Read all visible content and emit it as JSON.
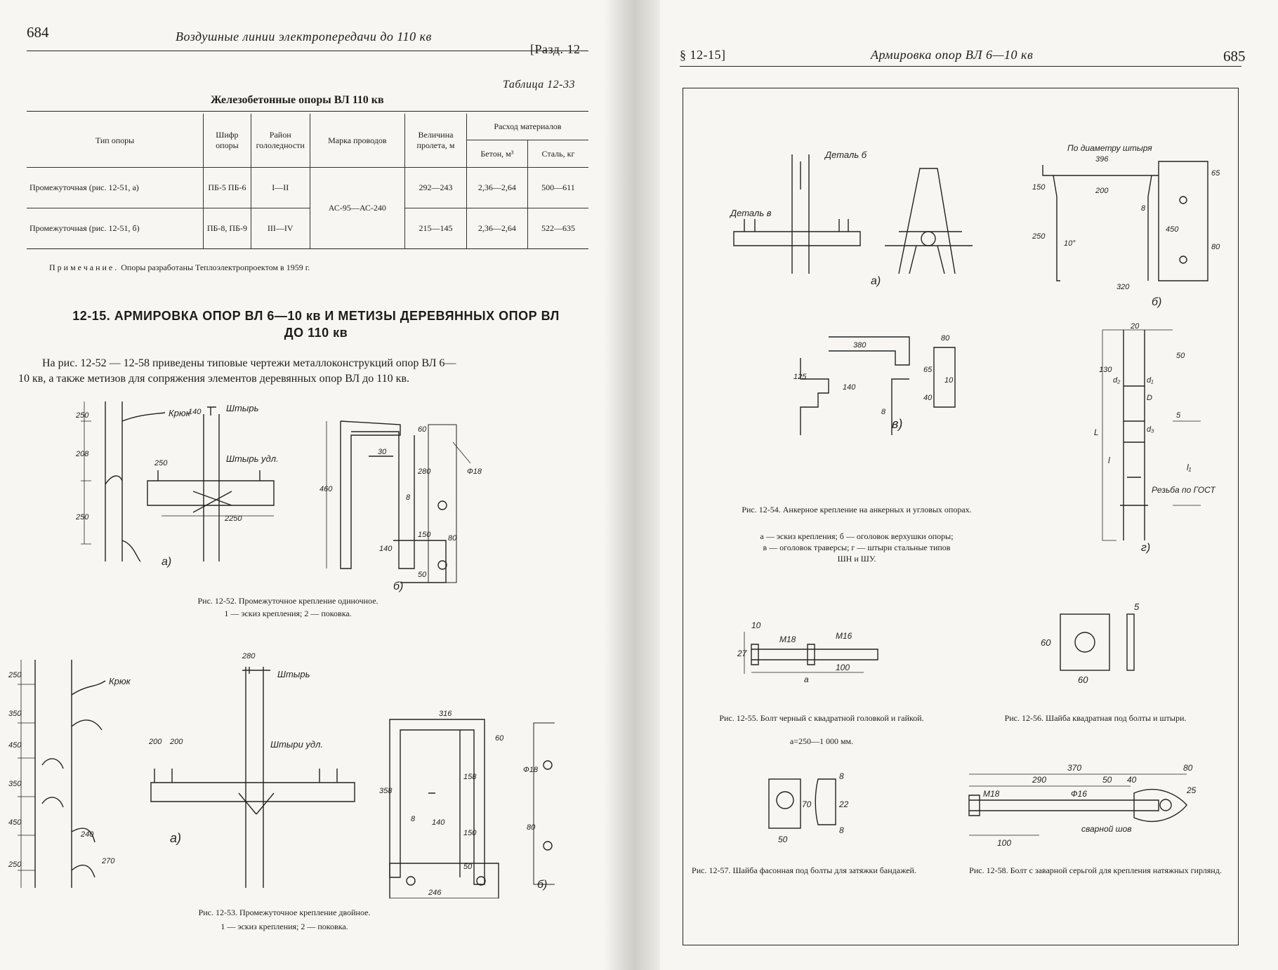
{
  "left_page": {
    "page_number": "684",
    "running_title": "Воздушные линии электропередачи до 110 кв",
    "section_ref": "[Разд. 12",
    "table_label": "Таблица 12-33",
    "table_title": "Железобетонные опоры ВЛ 110 кв",
    "table": {
      "headers": {
        "type": "Тип опоры",
        "code": "Шифр опоры",
        "ice_region": "Район гололедности",
        "wire": "Марка проводов",
        "span": "Величина пролета, м",
        "materials": "Расход материалов",
        "concrete": "Бетон, м³",
        "steel": "Сталь, кг"
      },
      "rows": [
        {
          "type": "Промежуточная (рис. 12-51, а)",
          "code": "ПБ-5 ПБ-6",
          "ice_region": "I—II",
          "span": "292—243",
          "concrete": "2,36—2,64",
          "steel": "500—611"
        },
        {
          "type": "Промежуточная (рис. 12-51, б)",
          "code": "ПБ-8, ПБ-9",
          "ice_region": "III—IV",
          "span": "215—145",
          "concrete": "2,36—2,64",
          "steel": "522—635"
        }
      ],
      "wire_shared": "АС-95—АС-240"
    },
    "note_label": "Примечание.",
    "note_text": "Опоры разработаны Теплоэлектропроектом в 1959 г.",
    "section_title_1": "12-15. АРМИРОВКА ОПОР ВЛ 6—10 кв И МЕТИЗЫ ДЕРЕВЯННЫХ ОПОР ВЛ",
    "section_title_2": "ДО 110 кв",
    "intro_line1": "На рис. 12-52 — 12-58 приведены типовые чертежи металлоконструкций опор ВЛ 6—",
    "intro_line2": "10 кв, а также метизов для сопряжения элементов деревянных опор ВЛ до 110 кв.",
    "fig52": {
      "labels": {
        "hook": "Крюк",
        "pin": "Штырь",
        "pin_ext": "Штырь удл.",
        "a": "а)",
        "b": "б)"
      },
      "dims": {
        "d250a": "250",
        "d208": "208",
        "d250b": "250",
        "d140": "140",
        "d250c": "250",
        "d2250": "2250",
        "d460": "460",
        "d30": "30",
        "d280": "280",
        "d60": "60",
        "d8": "8",
        "d140b": "140",
        "d150": "150",
        "d80": "80",
        "d50": "50",
        "phi": "Ф18"
      },
      "caption": "Рис. 12-52. Промежуточное крепление одиночное.",
      "legend": "1 — эскиз крепления; 2 — поковка."
    },
    "fig53": {
      "labels": {
        "hook": "Крюк",
        "pin": "Штырь",
        "pins_ext": "Штыри удл.",
        "a": "а)",
        "b": "б)"
      },
      "dims": {
        "d250": "250",
        "d350a": "350",
        "d450a": "450",
        "d350b": "350",
        "d450b": "450",
        "d250b": "250",
        "d240": "240",
        "d270": "270",
        "d280": "280",
        "d200a": "200",
        "d200b": "200",
        "d316": "316",
        "d60": "60",
        "d358": "358",
        "d158": "158",
        "d8": "8",
        "d140": "140",
        "d150": "150",
        "d80": "80",
        "d50": "50",
        "d246": "246",
        "d18": "Ф18"
      },
      "caption": "Рис. 12-53. Промежуточное крепление двойное.",
      "legend": "1 — эскиз крепления; 2 — поковка."
    }
  },
  "right_page": {
    "section_ref": "§ 12-15]",
    "running_title": "Армировка опор ВЛ 6—10 кв",
    "page_number": "685",
    "fig54": {
      "labels": {
        "detail_b": "Деталь б",
        "detail_v": "Деталь в",
        "a": "а)",
        "b": "б)",
        "v": "в)",
        "g": "г)",
        "diam": "По диаметру штыря",
        "thread": "Резьба по ГОСТ"
      },
      "dims": {
        "d396": "396",
        "d200": "200",
        "d150": "150",
        "d250": "250",
        "d65": "65",
        "d450": "450",
        "d80": "80",
        "d320": "320",
        "d10": "10°",
        "d8": "8",
        "d380": "380",
        "d80b": "80",
        "d125": "125",
        "d140": "140",
        "d65b": "65",
        "d10b": "10",
        "d8b": "8",
        "d40": "40",
        "d20": "20",
        "d50": "50",
        "d130": "130",
        "d5": "5",
        "L": "L",
        "l": "l",
        "l1": "l₁",
        "d1": "d₁",
        "d2": "d₂",
        "d3": "d₃",
        "D": "D"
      },
      "caption": "Рис. 12-54. Анкерное крепление на анкерных и угловых опорах.",
      "legend_1": "а — эскиз крепления; б — оголовок верхушки опоры;",
      "legend_2": "в — оголовок траверсы; г — штыри стальные типов",
      "legend_3": "ШН и ШУ."
    },
    "fig55": {
      "dims": {
        "d10": "10",
        "d27": "27",
        "m18": "М18",
        "m16": "М16",
        "d100": "100",
        "a": "а"
      },
      "caption": "Рис. 12-55. Болт черный с квадратной головкой и гайкой.",
      "note": "а=250—1 000 мм."
    },
    "fig56": {
      "dims": {
        "d60a": "60",
        "d60b": "60",
        "d5": "5"
      },
      "caption": "Рис. 12-56. Шайба квадратная под болты и штыри."
    },
    "fig57": {
      "dims": {
        "d70": "70",
        "d50": "50",
        "d8a": "8",
        "d22": "22",
        "d8b": "8"
      },
      "caption": "Рис. 12-57. Шайба фасонная под болты для затяжки бандажей."
    },
    "fig58": {
      "dims": {
        "d370": "370",
        "d80": "80",
        "d290": "290",
        "d50": "50",
        "d40": "40",
        "d25": "25",
        "d16": "Ф16",
        "m18": "М18",
        "d100": "100",
        "weld": "сварной шов"
      },
      "caption": "Рис. 12-58. Болт с заварной серьгой для крепления натяжных гирлянд."
    }
  }
}
